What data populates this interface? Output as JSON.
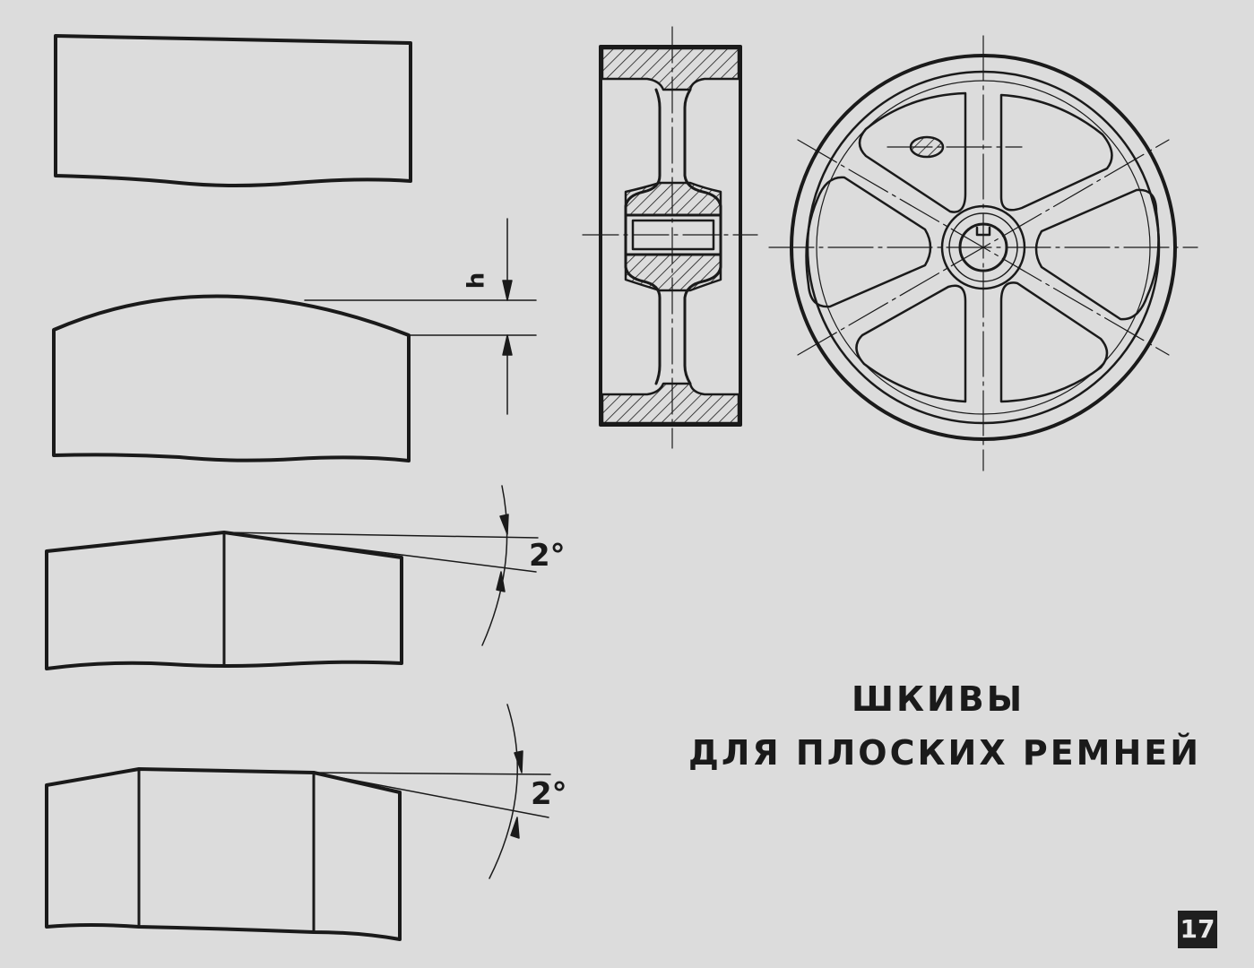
{
  "title": {
    "line1": "ШКИВЫ",
    "line2": "ДЛЯ ПЛОСКИХ РЕМНЕЙ"
  },
  "labels": {
    "crown_height": "h",
    "angle_top": "2°",
    "angle_bottom": "2°"
  },
  "page_number": "17",
  "colors": {
    "background": "#dcdcdc",
    "ink": "#1a1a1a"
  }
}
